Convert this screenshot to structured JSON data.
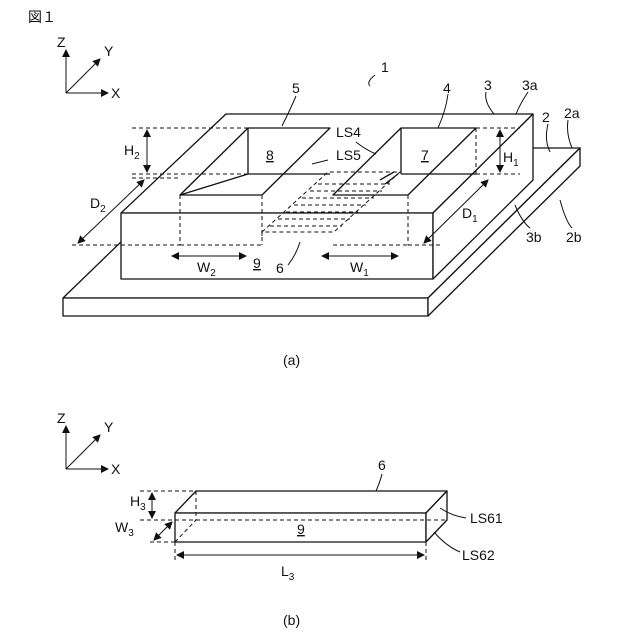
{
  "figure_title": "図１",
  "axes": {
    "z": "Z",
    "y": "Y",
    "x": "X"
  },
  "part_a": {
    "caption": "(a)",
    "refs": {
      "device": "1",
      "substrate": "2",
      "substrate_top": "2a",
      "substrate_bottom": "2b",
      "block": "3",
      "block_top": "3a",
      "block_bottom": "3b",
      "recess_right": "4",
      "recess_left": "5",
      "light_source": "6",
      "right_cavity_face": "7",
      "left_cavity_face": "8",
      "element_face": "9",
      "ls4": "LS4",
      "ls5": "LS5"
    },
    "dims": {
      "h1": "H",
      "h1_sub": "1",
      "h2": "H",
      "h2_sub": "2",
      "d1": "D",
      "d1_sub": "1",
      "d2": "D",
      "d2_sub": "2",
      "w1": "W",
      "w1_sub": "1",
      "w2": "W",
      "w2_sub": "2"
    }
  },
  "part_b": {
    "caption": "(b)",
    "refs": {
      "element": "6",
      "face": "9",
      "ls61": "LS61",
      "ls62": "LS62"
    },
    "dims": {
      "h3": "H",
      "h3_sub": "3",
      "w3": "W",
      "w3_sub": "3",
      "l3": "L",
      "l3_sub": "3"
    }
  }
}
